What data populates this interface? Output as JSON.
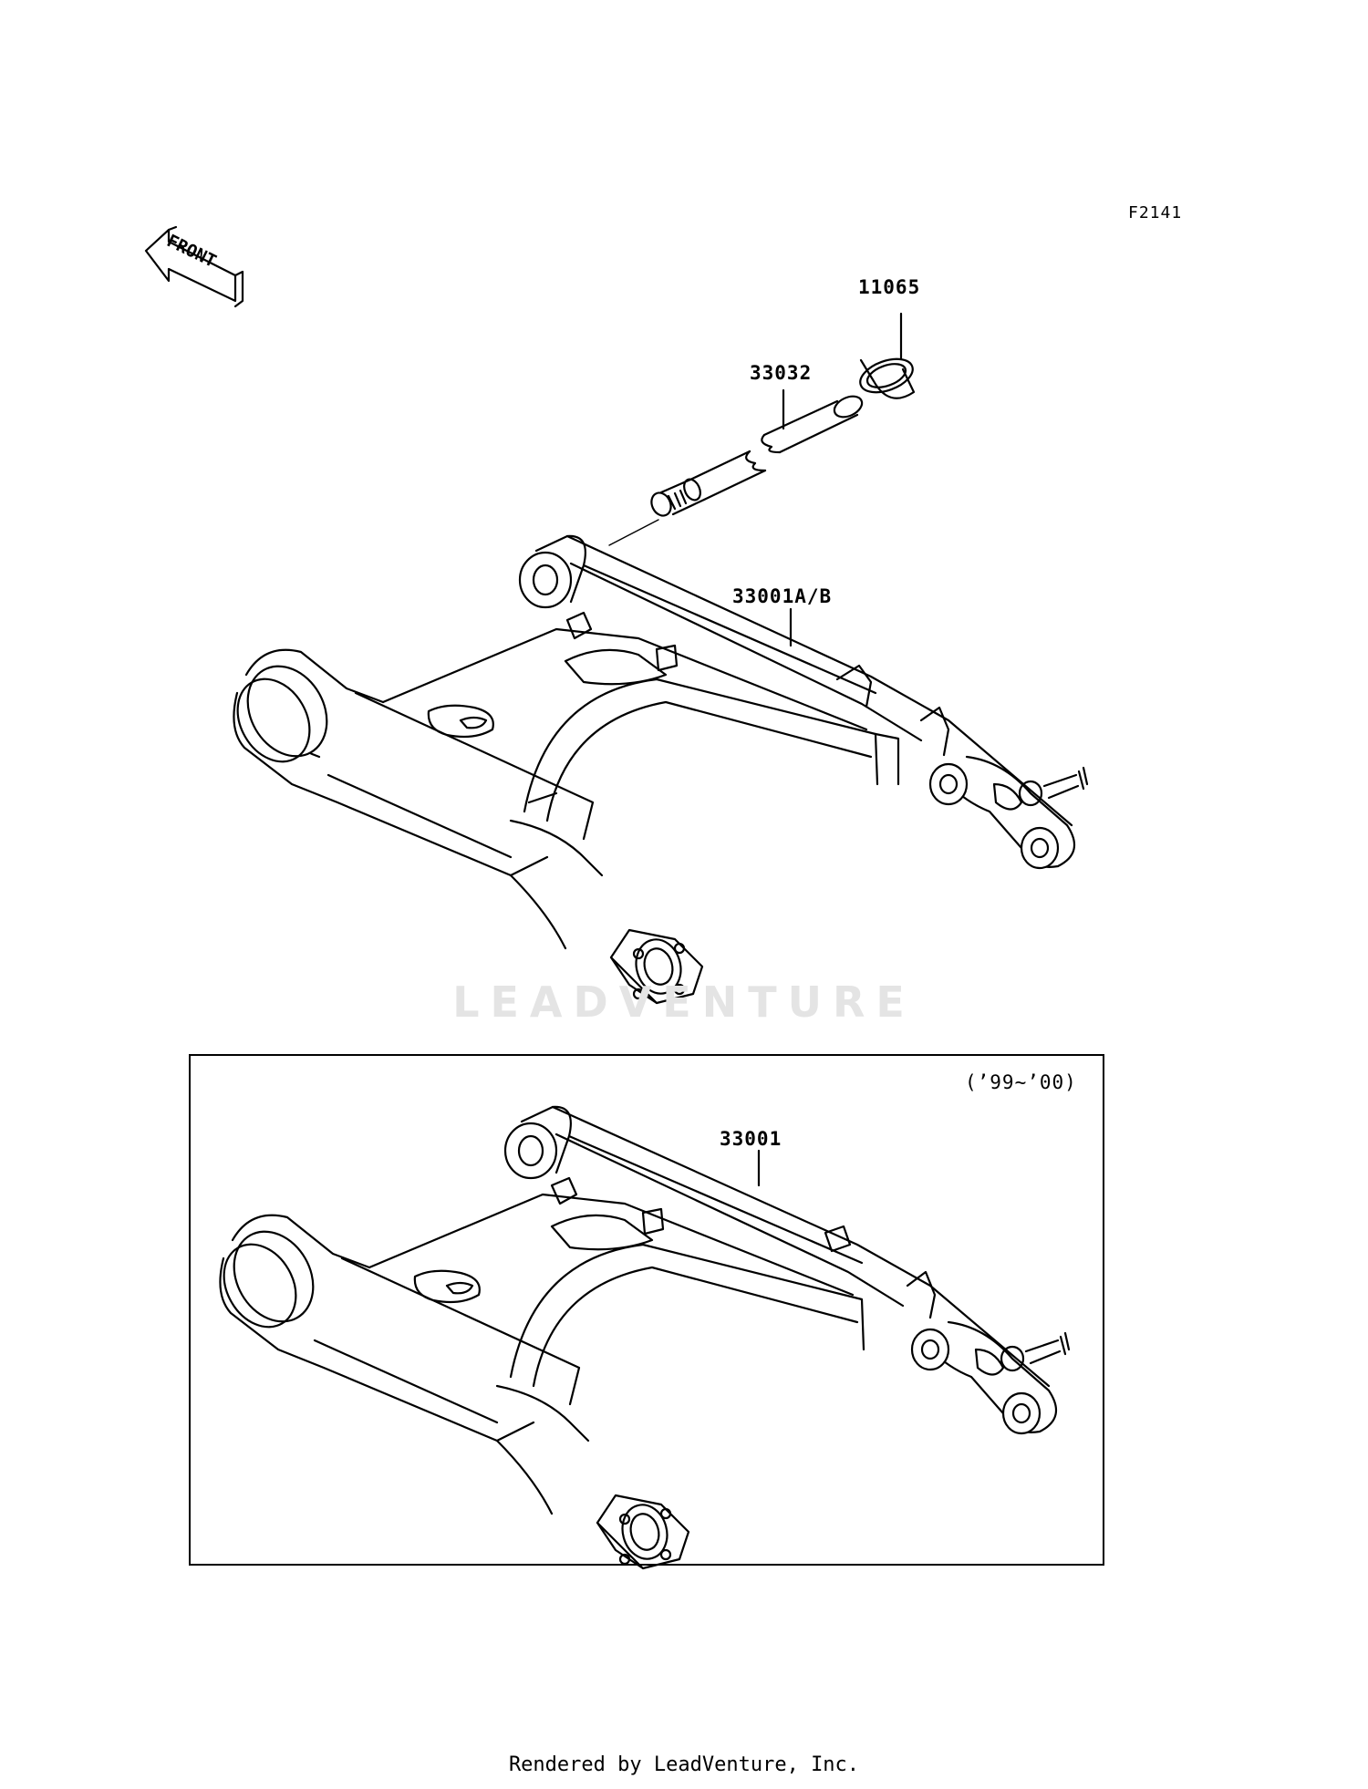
{
  "diagram": {
    "ref_code": "F2141",
    "front_arrow_label": "FRONT",
    "watermark": "LEADVENTURE",
    "footer": "Rendered by LeadVenture, Inc."
  },
  "parts": {
    "cap": "11065",
    "shaft": "33032",
    "swingarm_main": "33001A/B",
    "swingarm_inset": "33001"
  },
  "inset": {
    "year_range": "(’99~’00)"
  }
}
